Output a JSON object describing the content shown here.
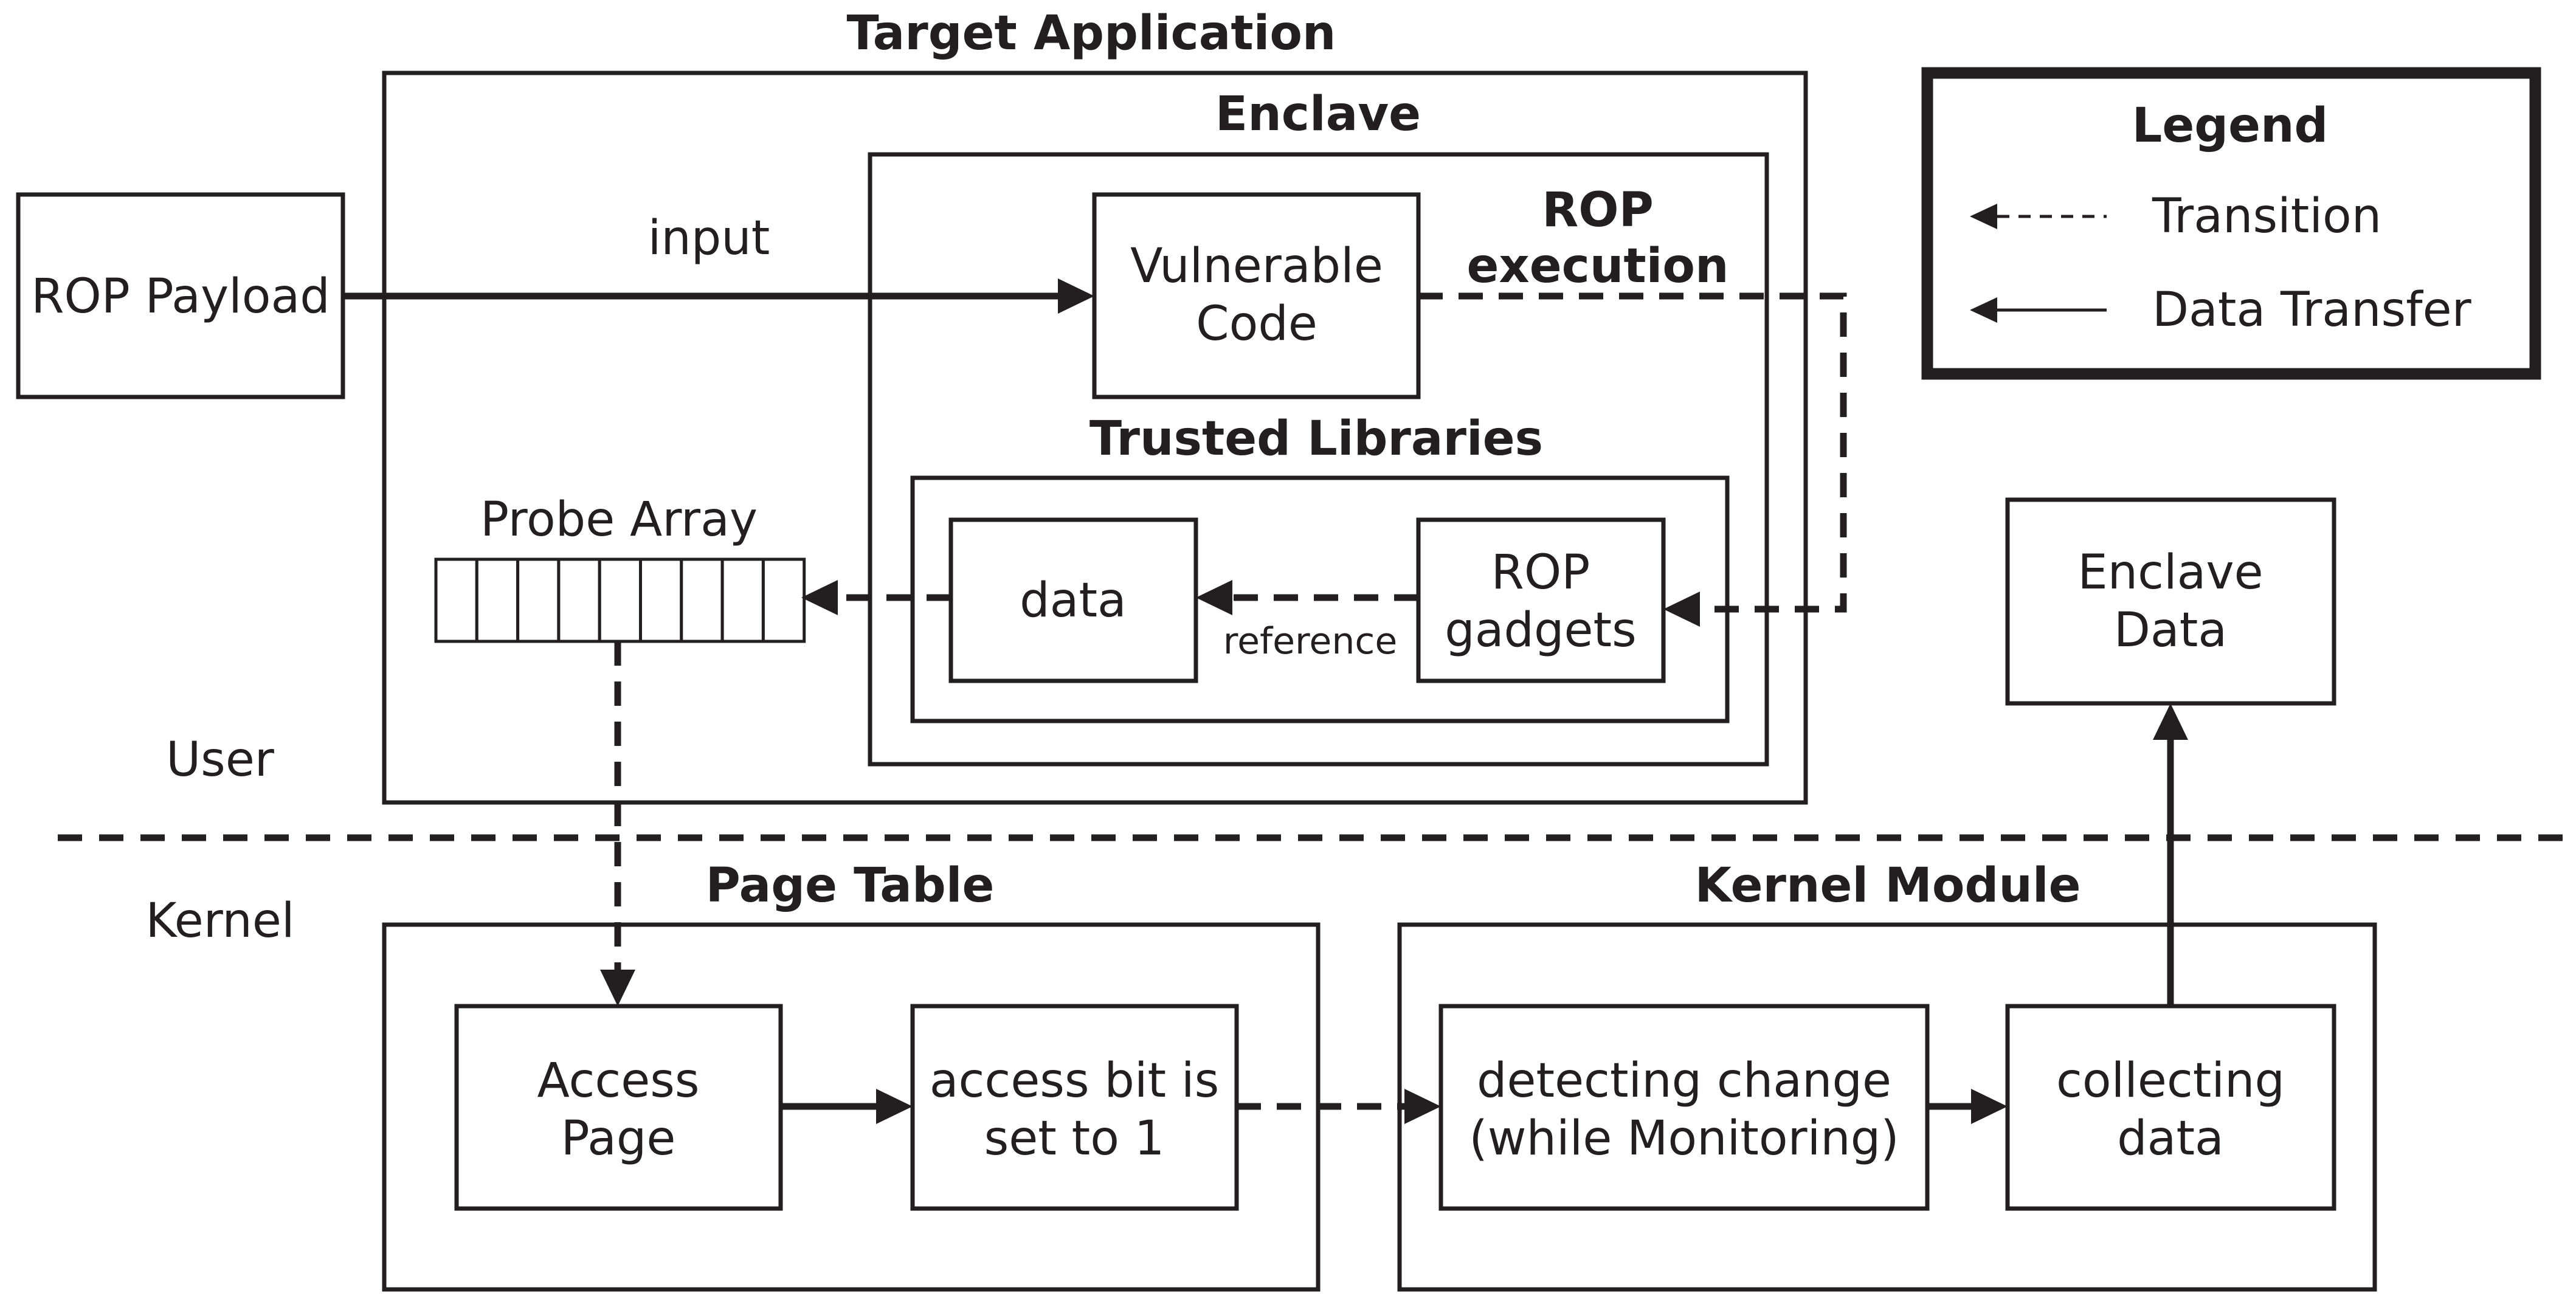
{
  "labels": {
    "target_application": "Target Application",
    "enclave": "Enclave",
    "rop_payload": "ROP Payload",
    "input": "input",
    "vulnerable_code_line1": "Vulnerable",
    "vulnerable_code_line2": "Code",
    "rop_execution_line1": "ROP",
    "rop_execution_line2": "execution",
    "trusted_libraries": "Trusted Libraries",
    "probe_array": "Probe Array",
    "data": "data",
    "reference": "reference",
    "rop_gadgets_line1": "ROP",
    "rop_gadgets_line2": "gadgets",
    "enclave_data_line1": "Enclave",
    "enclave_data_line2": "Data",
    "user": "User",
    "kernel": "Kernel",
    "page_table": "Page Table",
    "kernel_module": "Kernel Module",
    "access_page_line1": "Access",
    "access_page_line2": "Page",
    "access_bit_line1": "access bit is",
    "access_bit_line2": "set to 1",
    "detecting_change_line1": "detecting change",
    "detecting_change_line2": "(while Monitoring)",
    "collecting_data_line1": "collecting",
    "collecting_data_line2": "data"
  },
  "legend": {
    "title": "Legend",
    "transition": "Transition",
    "data_transfer": "Data Transfer"
  },
  "probe_array_cells": 9,
  "colors": {
    "ink": "#231f20",
    "background": "#ffffff"
  }
}
